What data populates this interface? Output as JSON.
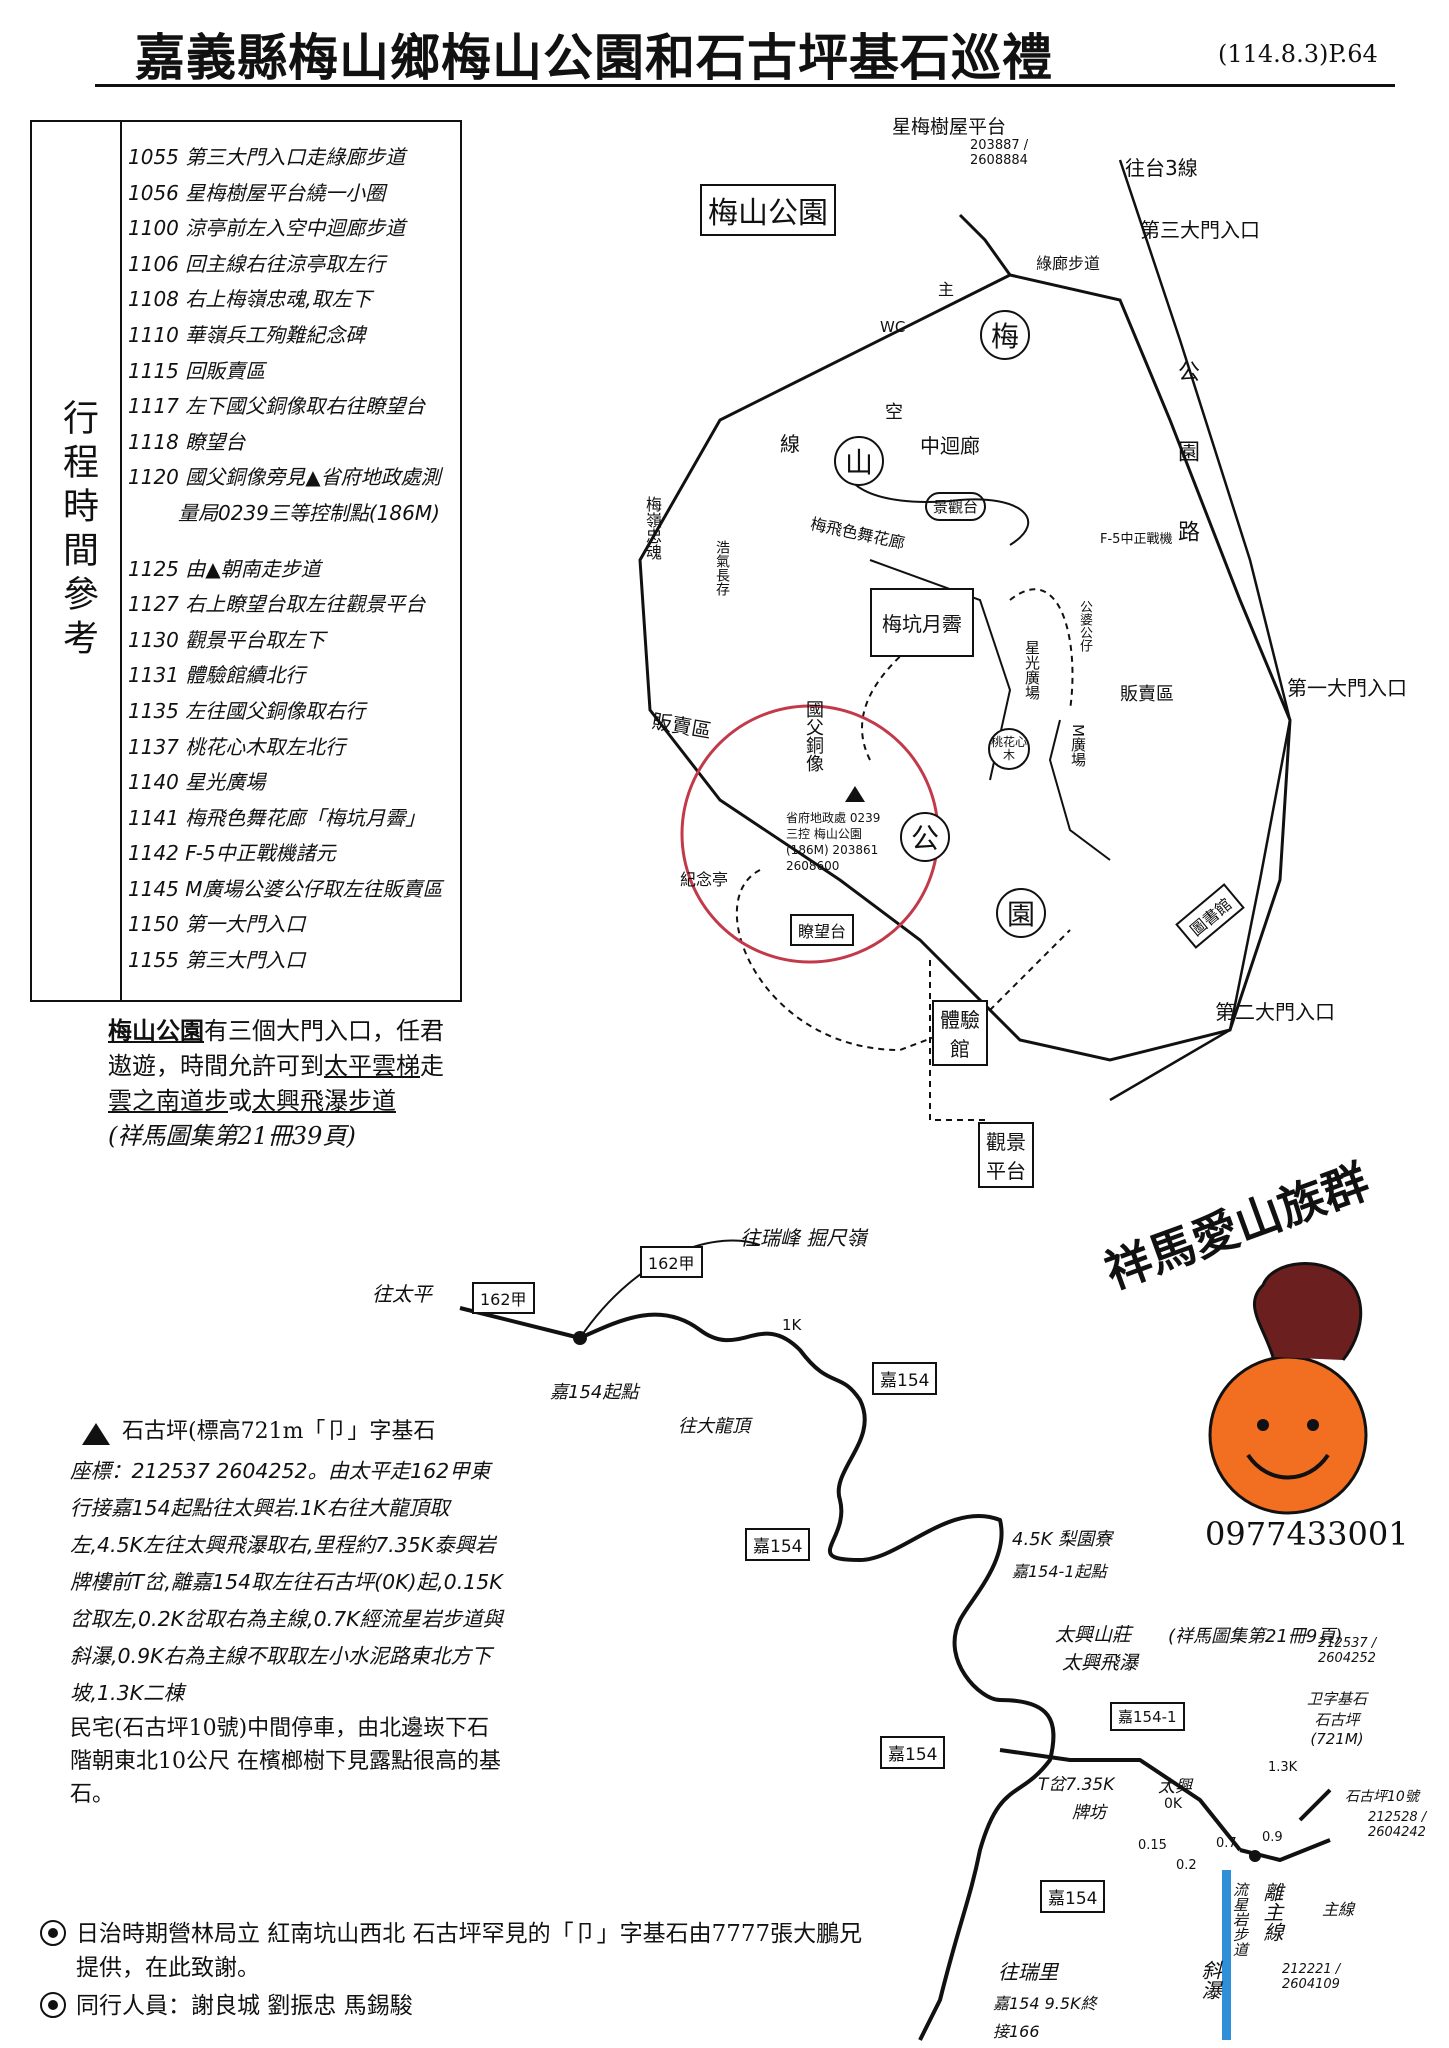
{
  "header": {
    "title": "嘉義縣梅山鄉梅山公園和石古坪基石巡禮",
    "date_page": "(114.8.3)P.64"
  },
  "itinerary": {
    "label": "行程時間參考",
    "items": [
      "1055 第三大門入口走綠廊步道",
      "1056 星梅樹屋平台繞一小圈",
      "1100 涼亭前左入空中迴廊步道",
      "1106 回主線右往涼亭取左行",
      "1108 右上梅嶺忠魂,取左下",
      "1110 華嶺兵工殉難紀念碑",
      "1115 回販賣區",
      "1117 左下國父銅像取右往瞭望台",
      "1118 瞭望台",
      "1120 國父銅像旁見▲省府地政處測",
      "量局0239三等控制點(186M)",
      "1125 由▲朝南走步道",
      "1127 右上瞭望台取左往觀景平台",
      "1130 觀景平台取左下",
      "1131 體驗館續北行",
      "1135 左往國父銅像取右行",
      "1137 桃花心木取左北行",
      "1140 星光廣場",
      "1141 梅飛色舞花廊「梅坑月霽」",
      "1142 F-5中正戰機諸元",
      "1145 M廣場公婆公仔取左往販賣區",
      "1150 第一大門入口",
      "1155 第三大門入口"
    ]
  },
  "intro": {
    "park": "梅山公園",
    "line1_rest": "有三個大門入口，任君",
    "line2_pre": "遨遊，時間允許可到",
    "link1": "太平雲梯",
    "line2_post": "走",
    "link2": "雲之南道步",
    "or": "或",
    "link3": "太興飛瀑步道",
    "source": "(祥馬圖集第21冊39頁)"
  },
  "park_map": {
    "title": "梅山公園",
    "treehouse": "星梅樹屋平台",
    "treehouse_coords": "203887 / 2608884",
    "to_route3": "往台3線",
    "gate3": "第三大門入口",
    "gate1": "第一大門入口",
    "gate2": "第二大門入口",
    "green_corridor": "綠廊步道",
    "main": "主",
    "line": "線",
    "sky": "空",
    "sky_corridor": "中迴廊",
    "viewing_platform": "景觀台",
    "meifei": "梅飛色舞花廊",
    "plum_spirit": "梅嶺忠魂",
    "memorial": "浩氣長存",
    "meikeng": "梅坑月霽",
    "f5": "F-5中正戰機",
    "old_couple": "公婆公仔",
    "starlight": "星光廣場",
    "mahogany": "桃花心木",
    "m_square": "M廣場",
    "shop1": "販賣區",
    "shop2": "販賣區",
    "statue": "國父銅像",
    "benchmark": "省府地政處 0239三控 梅山公園 (186M) 203861 2608600",
    "pavilion": "紀念亭",
    "lookout": "瞭望台",
    "experience": "體驗館",
    "scenic": "觀景平台",
    "library": "圖書館",
    "road": "公園路",
    "wc": "WC",
    "park_chars": [
      "梅",
      "山",
      "公",
      "園"
    ]
  },
  "route_map": {
    "to_ruifeng": "往瑞峰 掘尺嶺",
    "to_taiping": "往太平",
    "r162a": "162甲",
    "r162b": "162甲",
    "j154_start": "嘉154起點",
    "to_dalongding": "往大龍頂",
    "j154_a": "嘉154",
    "j154_b": "嘉154",
    "j154_c": "嘉154",
    "j154_d": "嘉154",
    "km1": "1K",
    "km45": "4.5K 梨園寮",
    "j1541_start": "嘉154-1起點",
    "taixing": "太興山莊",
    "taixing_falls": "太興飛瀑",
    "taixing_src": "(祥馬圖集第21冊9頁)",
    "j1541": "嘉154-1",
    "tjunction": "T岔7.35K",
    "archway": "牌坊",
    "taixing2": "太興",
    "ok": "0K",
    "km015": "0.15",
    "km02": "0.2",
    "km07": "0.7",
    "km09": "0.9",
    "km13": "1.3K",
    "house": "石古坪10號",
    "coords1": "212537 / 2604252",
    "stone_label": "卫字基石 石古坪 (721M)",
    "coords2": "212528 / 2604242",
    "main_line": "主線",
    "off_main": "離主線",
    "liuxing": "流星岩步道",
    "xiepu": "斜瀑",
    "coords3": "212221 / 2604109",
    "to_ruili": "往瑞里",
    "end95": "嘉154 9.5K終",
    "jie166": "接166"
  },
  "benchmark": {
    "title": "石古坪(標高721m「卩」字基石",
    "hand": "座標：212537 2604252。由太平走162甲東行接嘉154起點往太興岩.1K右往大龍頂取左,4.5K左往太興飛瀑取右,里程約7.35K泰興岩牌樓前T岔,離嘉154取左往石古坪(0K)起,0.15K岔取左,0.2K岔取右為主線,0.7K經流星岩步道與斜瀑,0.9K右為主線不取取左小水泥路東北方下坡,1.3K二棟",
    "print": "民宅(石古坪10號)中間停車，由北邊崁下石階朝東北10公尺 在檳榔樹下見露點很高的基石。"
  },
  "notes": [
    "日治時期營林局立 紅南坑山西北 石古坪罕見的「卩」字基石由7777張大鵬兄提供，在此致謝。",
    "同行人員：謝良城 劉振忠 馬錫駿"
  ],
  "club": {
    "name": "祥馬愛山族群",
    "phone": "0977433001"
  }
}
